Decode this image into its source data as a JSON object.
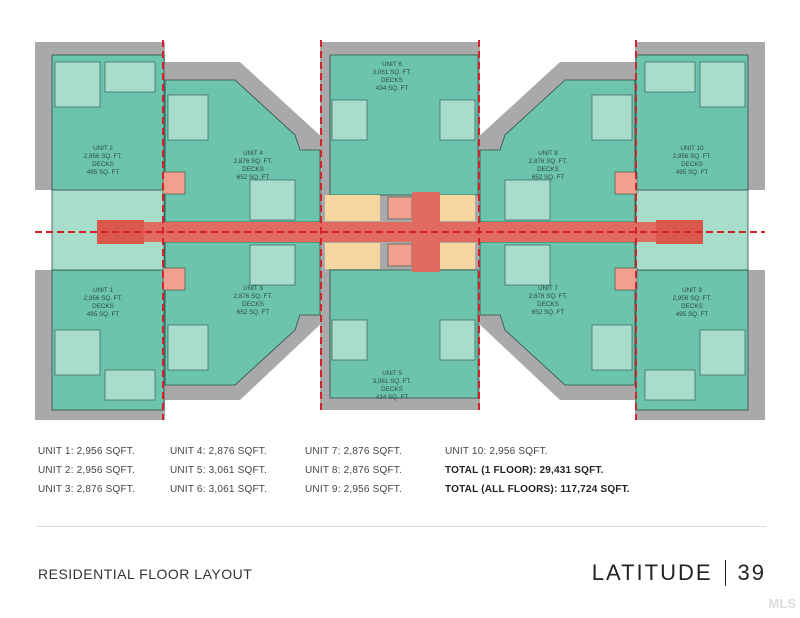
{
  "plan": {
    "colors": {
      "unit": "#6cc4ad",
      "room": "#a8dccb",
      "shell": "#a9a9a9",
      "corridor": "#e06b5e",
      "stair": "#f2a08e",
      "lobby": "#f6d6a0",
      "divider": "#d2232a"
    },
    "units": [
      {
        "id": "unit-2",
        "name": "UNIT 2",
        "area": "2,956 SQ. FT.",
        "decks_label": "DECKS",
        "decks": "495 SQ. FT"
      },
      {
        "id": "unit-1",
        "name": "UNIT 1",
        "area": "2,956 SQ. FT.",
        "decks_label": "DECKS",
        "decks": "495 SQ. FT"
      },
      {
        "id": "unit-4",
        "name": "UNIT 4",
        "area": "2,876 SQ. FT.",
        "decks_label": "DECKS",
        "decks": "652 SQ. FT"
      },
      {
        "id": "unit-3",
        "name": "UNIT 3",
        "area": "2,876 SQ. FT.",
        "decks_label": "DECKS",
        "decks": "652 SQ. FT"
      },
      {
        "id": "unit-6",
        "name": "UNIT 6",
        "area": "3,061 SQ. FT.",
        "decks_label": "DECKS",
        "decks": "434 SQ. FT"
      },
      {
        "id": "unit-5",
        "name": "UNIT 5",
        "area": "3,061 SQ. FT.",
        "decks_label": "DECKS",
        "decks": "434 SQ. FT"
      },
      {
        "id": "unit-8",
        "name": "UNIT 8",
        "area": "2,876 SQ. FT.",
        "decks_label": "DECKS",
        "decks": "652 SQ. FT"
      },
      {
        "id": "unit-7",
        "name": "UNIT 7",
        "area": "2,876 SQ. FT.",
        "decks_label": "DECKS",
        "decks": "652 SQ. FT"
      },
      {
        "id": "unit-10",
        "name": "UNIT 10",
        "area": "2,956 SQ. FT.",
        "decks_label": "DECKS",
        "decks": "495 SQ. FT"
      },
      {
        "id": "unit-9",
        "name": "UNIT 9",
        "area": "2,956 SQ. FT.",
        "decks_label": "DECKS",
        "decks": "495 SQ. FT"
      }
    ]
  },
  "summary": {
    "col1": [
      "UNIT 1: 2,956 SQFT.",
      "UNIT 2: 2,956 SQFT.",
      "UNIT 3: 2,876 SQFT."
    ],
    "col2": [
      "UNIT 4: 2,876 SQFT.",
      "UNIT 5: 3,061 SQFT.",
      "UNIT 6: 3,061 SQFT."
    ],
    "col3": [
      "UNIT 7: 2,876 SQFT.",
      "UNIT 8: 2,876 SQFT.",
      "UNIT 9: 2,956 SQFT."
    ],
    "col4": [
      "UNIT 10: 2,956 SQFT.",
      "TOTAL (1 FLOOR): 29,431 SQFT.",
      "TOTAL (ALL FLOORS): 117,724 SQFT."
    ]
  },
  "footer": {
    "section_title": "RESIDENTIAL FLOOR LAYOUT",
    "brand": "LATITUDE",
    "page_number": "39",
    "watermark": "MLS"
  }
}
